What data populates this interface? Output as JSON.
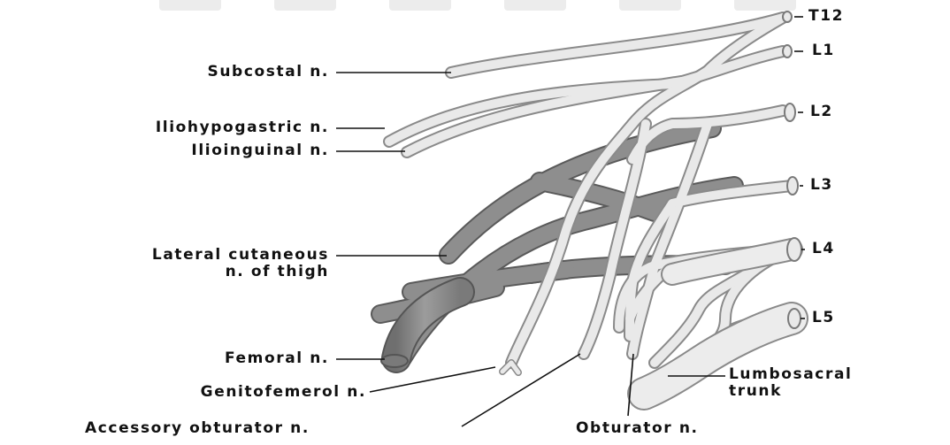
{
  "labels": {
    "t12": "T12",
    "l1": "L1",
    "l2": "L2",
    "l3": "L3",
    "l4": "L4",
    "l5": "L5",
    "subcostal": "Subcostal n.",
    "iliohypogastric": "Iliohypogastric n.",
    "ilioinguinal": "Ilioinguinal n.",
    "lateral_cutaneous_1": "Lateral cutaneous",
    "lateral_cutaneous_2": "n. of thigh",
    "femoral": "Femoral n.",
    "genitofemoral": "Genitofemerol n.",
    "accessory_obturator": "Accessory obturator n.",
    "obturator": "Obturator n.",
    "lumbosacral_1": "Lumbosacral",
    "lumbosacral_2": "trunk"
  },
  "colors": {
    "light_nerve_fill": "#e9e9e9",
    "light_nerve_edge": "#8a8a8a",
    "dark_nerve_fill": "#8e8e8e",
    "dark_nerve_edge": "#5a5a5a",
    "text": "#111111"
  }
}
